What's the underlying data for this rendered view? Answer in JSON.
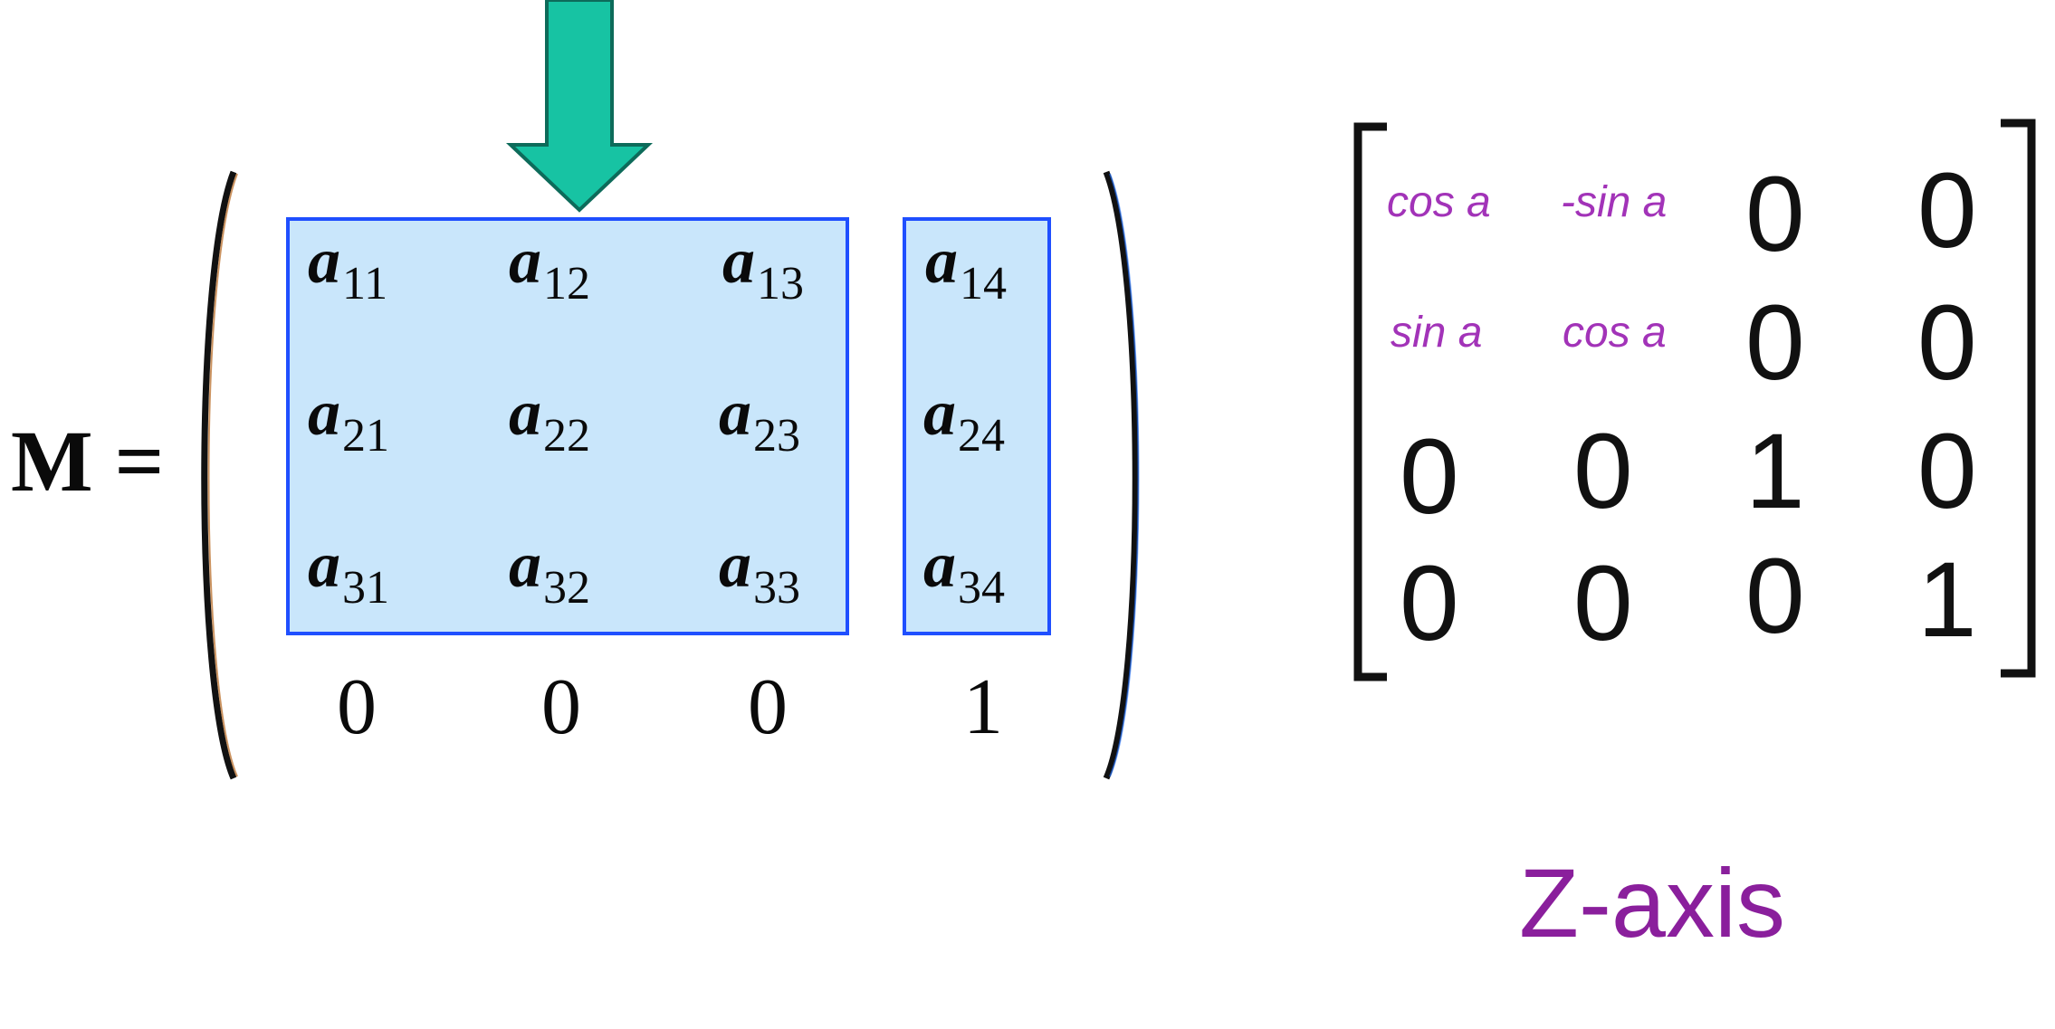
{
  "matrix_m": {
    "label": "M =",
    "cells": [
      [
        "a",
        "11",
        "a",
        "12",
        "a",
        "13",
        "a",
        "14"
      ],
      [
        "a",
        "21",
        "a",
        "22",
        "a",
        "23",
        "a",
        "24"
      ],
      [
        "a",
        "31",
        "a",
        "32",
        "a",
        "33",
        "a",
        "34"
      ]
    ],
    "r11": {
      "base": "a",
      "sub": "11"
    },
    "r12": {
      "base": "a",
      "sub": "12"
    },
    "r13": {
      "base": "a",
      "sub": "13"
    },
    "t14": {
      "base": "a",
      "sub": "14"
    },
    "r21": {
      "base": "a",
      "sub": "21"
    },
    "r22": {
      "base": "a",
      "sub": "22"
    },
    "r23": {
      "base": "a",
      "sub": "23"
    },
    "t24": {
      "base": "a",
      "sub": "24"
    },
    "r31": {
      "base": "a",
      "sub": "31"
    },
    "r32": {
      "base": "a",
      "sub": "32"
    },
    "r33": {
      "base": "a",
      "sub": "33"
    },
    "t34": {
      "base": "a",
      "sub": "34"
    },
    "bottom_row": [
      "0",
      "0",
      "0",
      "1"
    ]
  },
  "rotation_matrix": {
    "row1": [
      "cos a",
      "-sin a",
      "0",
      "0"
    ],
    "row2": [
      "sin a",
      "cos a",
      "0",
      "0"
    ],
    "row3": [
      "0",
      "0",
      "1",
      "0"
    ],
    "row4": [
      "0",
      "0",
      "0",
      "1"
    ]
  },
  "caption": "Z-axis",
  "colors": {
    "highlight_fill": "#c9e6fb",
    "highlight_border": "#1f4fff",
    "arrow": "#17c3a3",
    "trig_text": "#a233b8",
    "caption": "#8a1f9c"
  },
  "icons": {
    "arrow": "down-arrow-icon"
  }
}
